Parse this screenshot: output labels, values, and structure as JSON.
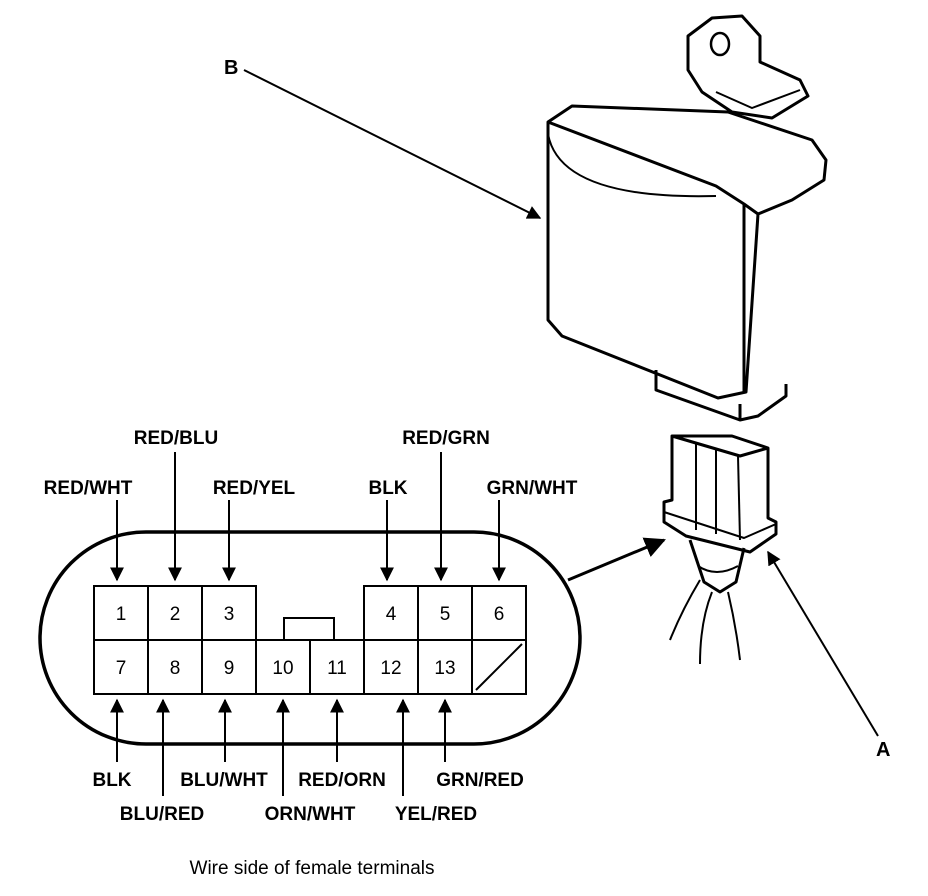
{
  "callouts": {
    "relay": "B",
    "connector": "A"
  },
  "terminals": [
    {
      "number": "1",
      "wire": "RED/WHT"
    },
    {
      "number": "2",
      "wire": "RED/BLU"
    },
    {
      "number": "3",
      "wire": "RED/YEL"
    },
    {
      "number": "4",
      "wire": "BLK"
    },
    {
      "number": "5",
      "wire": "RED/GRN"
    },
    {
      "number": "6",
      "wire": "GRN/WHT"
    },
    {
      "number": "7",
      "wire": "BLK"
    },
    {
      "number": "8",
      "wire": "BLU/RED"
    },
    {
      "number": "9",
      "wire": "BLU/WHT"
    },
    {
      "number": "10",
      "wire": "ORN/WHT"
    },
    {
      "number": "11",
      "wire": "RED/ORN"
    },
    {
      "number": "12",
      "wire": "YEL/RED"
    },
    {
      "number": "13",
      "wire": "GRN/RED"
    }
  ],
  "caption": "Wire side of female terminals"
}
